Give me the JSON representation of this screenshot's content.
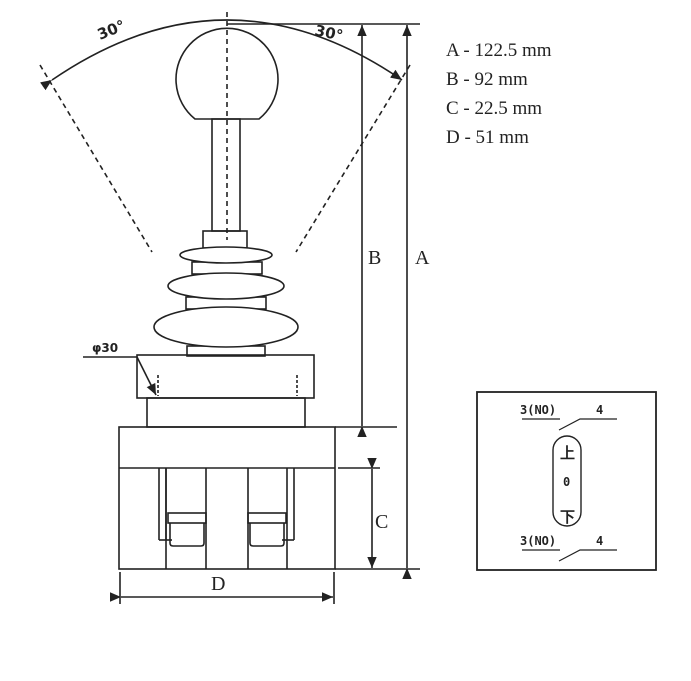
{
  "dimensions": [
    {
      "label": "A - 122.5 mm"
    },
    {
      "label": "B - 92 mm"
    },
    {
      "label": "C - 22.5 mm"
    },
    {
      "label": "D - 51 mm"
    }
  ],
  "drawing": {
    "angle_left": "30°",
    "angle_right": "30°",
    "diameter_label": "φ30",
    "dim_a": "A",
    "dim_b": "B",
    "dim_c": "C",
    "dim_d": "D"
  },
  "schematic": {
    "top_terminal_left": "3(NO)",
    "top_terminal_right": "4",
    "bottom_terminal_left": "3(NO)",
    "bottom_terminal_right": "4",
    "position_up": "上",
    "position_center": "0",
    "position_down": "下"
  }
}
